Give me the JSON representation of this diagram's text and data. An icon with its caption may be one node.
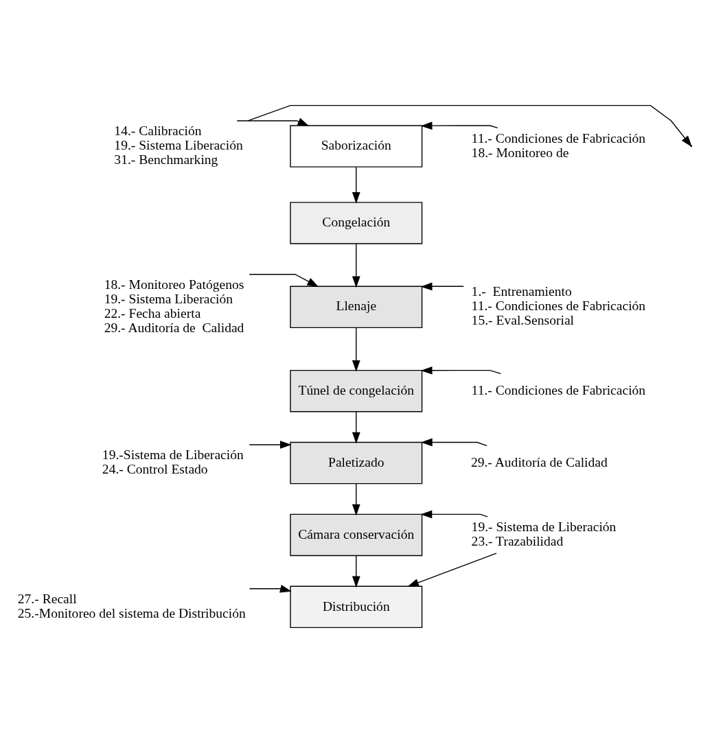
{
  "diagram": {
    "nodes": [
      {
        "text": [
          "Saborización"
        ]
      },
      {
        "text": [
          "Congelación"
        ]
      },
      {
        "text": [
          "Llenaje"
        ]
      },
      {
        "text": [
          "Túnel de congelación"
        ]
      },
      {
        "text": [
          "Paletizado"
        ]
      },
      {
        "text": [
          "Cámara conservación"
        ]
      },
      {
        "text": [
          "Distribución"
        ]
      },
      {
        "text": [
          "14.- Calibración",
          "19.- Sistema Liberación",
          "31.- Benchmarking"
        ]
      },
      {
        "text": [
          "11.- Condiciones de Fabricación",
          "18.- Monitoreo de"
        ]
      },
      {
        "text": [
          "18.- Monitoreo Patógenos",
          "19.- Sistema Liberación",
          "22.- Fecha abierta",
          "29.- Auditoría de  Calidad"
        ]
      },
      {
        "text": [
          "1.-  Entrenamiento",
          "11.- Condiciones de Fabricación",
          "15.- Eval.Sensorial"
        ]
      },
      {
        "text": [
          "11.- Condiciones de Fabricación"
        ]
      },
      {
        "text": [
          "19.-Sistema de Liberación",
          "24.- Control Estado"
        ]
      },
      {
        "text": [
          "29.- Auditoría de Calidad"
        ]
      },
      {
        "text": [
          "19.- Sistema de Liberación",
          "23.- Trazabilidad"
        ]
      },
      {
        "text": [
          "27.- Recall",
          "25.-Monitoreo del sistema de Distribución"
        ]
      }
    ],
    "edges": [
      {
        "from": 7,
        "to": 0,
        "arrow": "to"
      },
      {
        "from": 7,
        "to": null,
        "arrow": "to"
      },
      {
        "from": 8,
        "to": 0,
        "arrow": "to"
      },
      {
        "from": 0,
        "to": 1,
        "arrow": "to"
      },
      {
        "from": 1,
        "to": 2,
        "arrow": "to"
      },
      {
        "from": 9,
        "to": 2,
        "arrow": "to"
      },
      {
        "from": 10,
        "to": 2,
        "arrow": "to"
      },
      {
        "from": 2,
        "to": 3,
        "arrow": "to"
      },
      {
        "from": 11,
        "to": 3,
        "arrow": "to"
      },
      {
        "from": 3,
        "to": 4,
        "arrow": "to"
      },
      {
        "from": 12,
        "to": 4,
        "arrow": "to"
      },
      {
        "from": 13,
        "to": 4,
        "arrow": "to"
      },
      {
        "from": 4,
        "to": 5,
        "arrow": "to"
      },
      {
        "from": 5,
        "to": 6,
        "arrow": "to"
      },
      {
        "from": 14,
        "to": 5,
        "arrow": "to"
      },
      {
        "from": 14,
        "to": 6,
        "arrow": "to"
      },
      {
        "from": 15,
        "to": 6,
        "arrow": "to"
      }
    ]
  }
}
